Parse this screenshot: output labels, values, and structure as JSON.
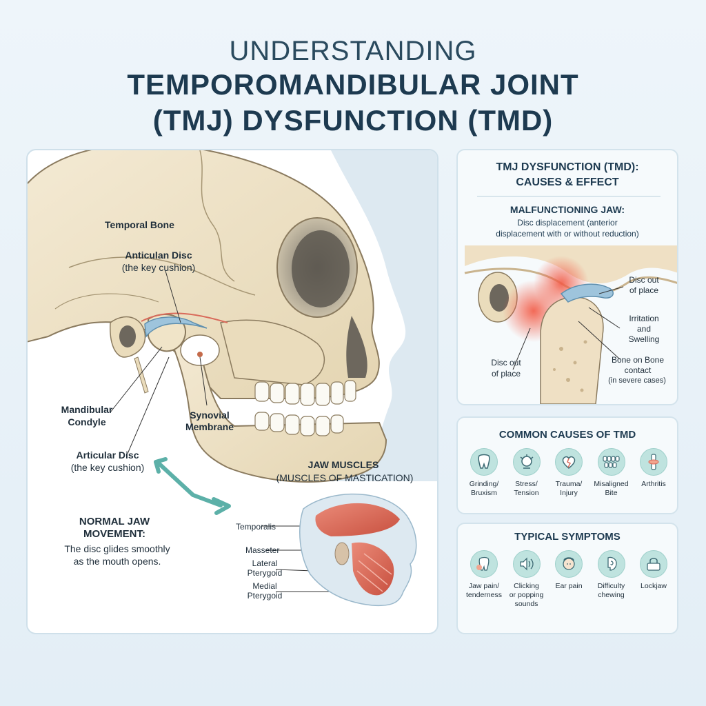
{
  "title": {
    "line1": "UNDERSTANDING",
    "line2": "TEMPOROMANDIBULAR JOINT",
    "line3": "(TMJ) DYSFUNCTION (TMD)"
  },
  "main": {
    "labels": {
      "temporal_bone": "Temporal Bone",
      "disc_top_title": "Anticulan Disc",
      "disc_top_sub": "(the key cushion)",
      "condyle_1": "Mandibular",
      "condyle_2": "Condyle",
      "synovial_1": "Synovial",
      "synovial_2": "Membrane",
      "disc_bottom_title": "Articular Disc",
      "disc_bottom_sub": "(the key cushion)",
      "normal_1": "NORMAL JAW",
      "normal_2": "MOVEMENT:",
      "normal_desc_1": "The disc glides smoothly",
      "normal_desc_2": "as the mouth opens.",
      "jaw_muscles_1": "JAW MUSCLES",
      "jaw_muscles_2": "(MUSCLES OF MASTICATION)",
      "temporalis": "Temporalis",
      "masseter": "Masseter",
      "lateral_1": "Lateral",
      "lateral_2": "Pterygoid",
      "medial_1": "Medial",
      "medial_2": "Pterygoid"
    }
  },
  "panel_effects": {
    "title_1": "TMJ DYSFUNCTION (TMD):",
    "title_2": "CAUSES & EFFECT",
    "subtitle": "MALFUNCTIONING JAW:",
    "desc_1": "Disc displacement (anterior",
    "desc_2": "displacement with or without reduction)",
    "label_disc_right_1": "Disc out",
    "label_disc_right_2": "of place",
    "label_irritation_1": "Irritation",
    "label_irritation_2": "and",
    "label_irritation_3": "Swelling",
    "label_disc_left_1": "Disc out",
    "label_disc_left_2": "of place",
    "label_bone_1": "Bone on Bone",
    "label_bone_2": "contact",
    "label_bone_3": "(in severe cases)"
  },
  "panel_causes": {
    "title": "COMMON CAUSES OF TMD",
    "items": [
      {
        "icon": "tooth-grinding-icon",
        "line1": "Grinding/",
        "line2": "Bruxism"
      },
      {
        "icon": "stress-head-icon",
        "line1": "Stress/",
        "line2": "Tension"
      },
      {
        "icon": "broken-heart-icon",
        "line1": "Trauma/",
        "line2": "Injury"
      },
      {
        "icon": "teeth-bite-icon",
        "line1": "Misaligned",
        "line2": "Bite"
      },
      {
        "icon": "joint-icon",
        "line1": "Arthritis",
        "line2": ""
      }
    ]
  },
  "panel_symptoms": {
    "title": "TYPICAL SYMPTOMS",
    "items": [
      {
        "icon": "jaw-pain-icon",
        "line1": "Jaw pain/",
        "line2": "tenderness",
        "line3": ""
      },
      {
        "icon": "speaker-icon",
        "line1": "Clicking",
        "line2": "or popping",
        "line3": "sounds"
      },
      {
        "icon": "ear-icon",
        "line1": "Ear pain",
        "line2": "",
        "line3": ""
      },
      {
        "icon": "chewing-icon",
        "line1": "Difficulty",
        "line2": "chewing",
        "line3": ""
      },
      {
        "icon": "lock-jaw-icon",
        "line1": "Lockjaw",
        "line2": "",
        "line3": ""
      }
    ]
  },
  "colors": {
    "bone": "#efe3c8",
    "bone_outline": "#8a7a5e",
    "disc_blue": "#9ec4dc",
    "muscle": "#d9695a",
    "teal": "#bfe3df",
    "inflamed": "#e84a3a",
    "title_navy": "#1d3a50"
  }
}
